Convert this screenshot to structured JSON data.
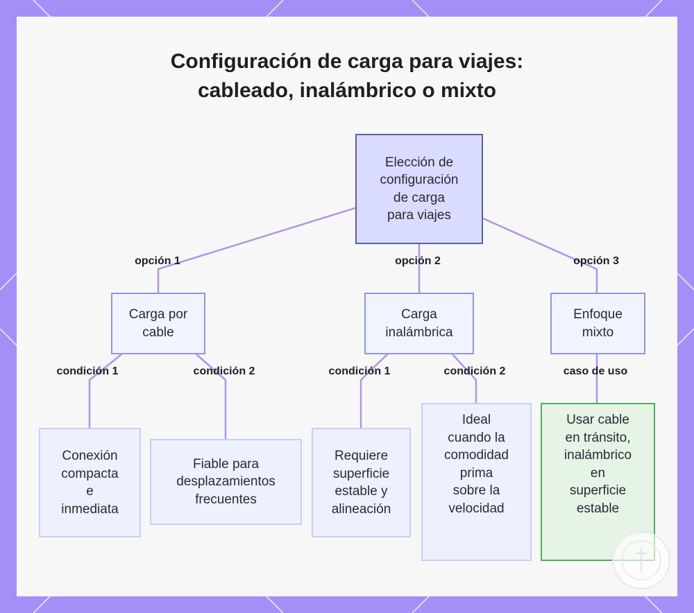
{
  "title": {
    "line1": "Configuración de carga para viajes:",
    "line2": "cableado, inalámbrico o mixto"
  },
  "colors": {
    "frame": "#a58ff7",
    "edge": "#b393e6",
    "root_fill": "#d9dcff",
    "root_border": "#5560a8",
    "leaf_green_border": "#4fae5a"
  },
  "root": {
    "label": "Elección de\nconfiguración\nde carga\npara viajes"
  },
  "options": [
    {
      "edge_label": "opción 1",
      "label": "Carga por\ncable"
    },
    {
      "edge_label": "opción 2",
      "label": "Carga\ninalámbrica"
    },
    {
      "edge_label": "opción 3",
      "label": "Enfoque\nmixto"
    }
  ],
  "leaves": [
    {
      "edge_label": "condición 1",
      "label": "Conexión\ncompacta\ne\ninmediata"
    },
    {
      "edge_label": "condición 2",
      "label": "Fiable para\ndesplazamientos\nfrecuentes"
    },
    {
      "edge_label": "condición 1",
      "label": "Requiere\nsuperficie\nestable y\nalineación"
    },
    {
      "edge_label": "condición 2",
      "label": "Ideal\ncuando la\ncomodidad\nprima\nsobre la\nvelocidad"
    },
    {
      "edge_label": "caso de uso",
      "label": "Usar cable\nen tránsito,\ninalámbrico\nen\nsuperficie\nestable"
    }
  ],
  "logo_icon": "watermark-seal-icon"
}
